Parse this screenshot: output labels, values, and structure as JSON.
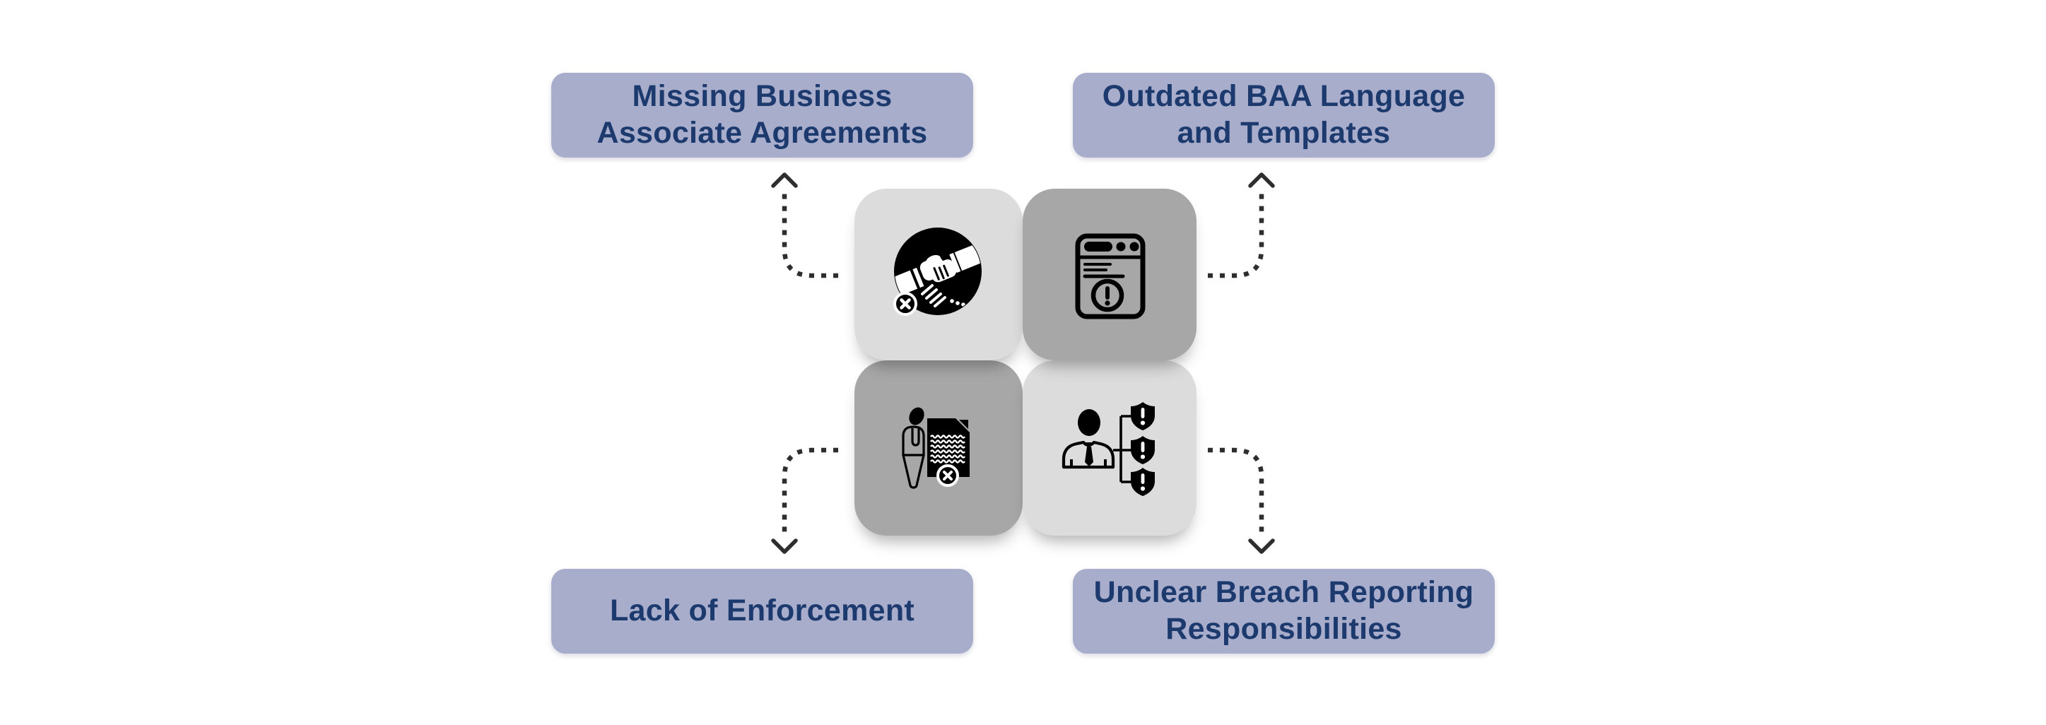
{
  "diagram": {
    "labels": [
      {
        "id": "top-left",
        "text": "Missing Business\nAssociate Agreements"
      },
      {
        "id": "top-right",
        "text": "Outdated BAA Language\nand Templates"
      },
      {
        "id": "bottom-left",
        "text": "Lack of Enforcement"
      },
      {
        "id": "bottom-right",
        "text": "Unclear Breach Reporting\nResponsibilities"
      }
    ],
    "tiles": [
      {
        "id": "top-left",
        "icon": "handshake-cancelled-icon",
        "tone": "light"
      },
      {
        "id": "top-right",
        "icon": "outdated-template-warning-icon",
        "tone": "dark"
      },
      {
        "id": "bottom-left",
        "icon": "person-rejected-contract-icon",
        "tone": "dark"
      },
      {
        "id": "bottom-right",
        "icon": "person-breach-shields-icon",
        "tone": "light"
      }
    ],
    "arrows": [
      {
        "id": "top-left",
        "style": "dashed",
        "direction": "up"
      },
      {
        "id": "top-right",
        "style": "dashed",
        "direction": "up"
      },
      {
        "id": "bottom-left",
        "style": "dashed",
        "direction": "down"
      },
      {
        "id": "bottom-right",
        "style": "dashed",
        "direction": "down"
      }
    ],
    "colors": {
      "background": "#ffffff",
      "label_background": "#a8adcb",
      "label_text": "#1d3a6e",
      "tile_light": "#dcdcdc",
      "tile_dark": "#a7a7a7",
      "icon": "#000000",
      "arrow": "#2e2e2e"
    }
  }
}
